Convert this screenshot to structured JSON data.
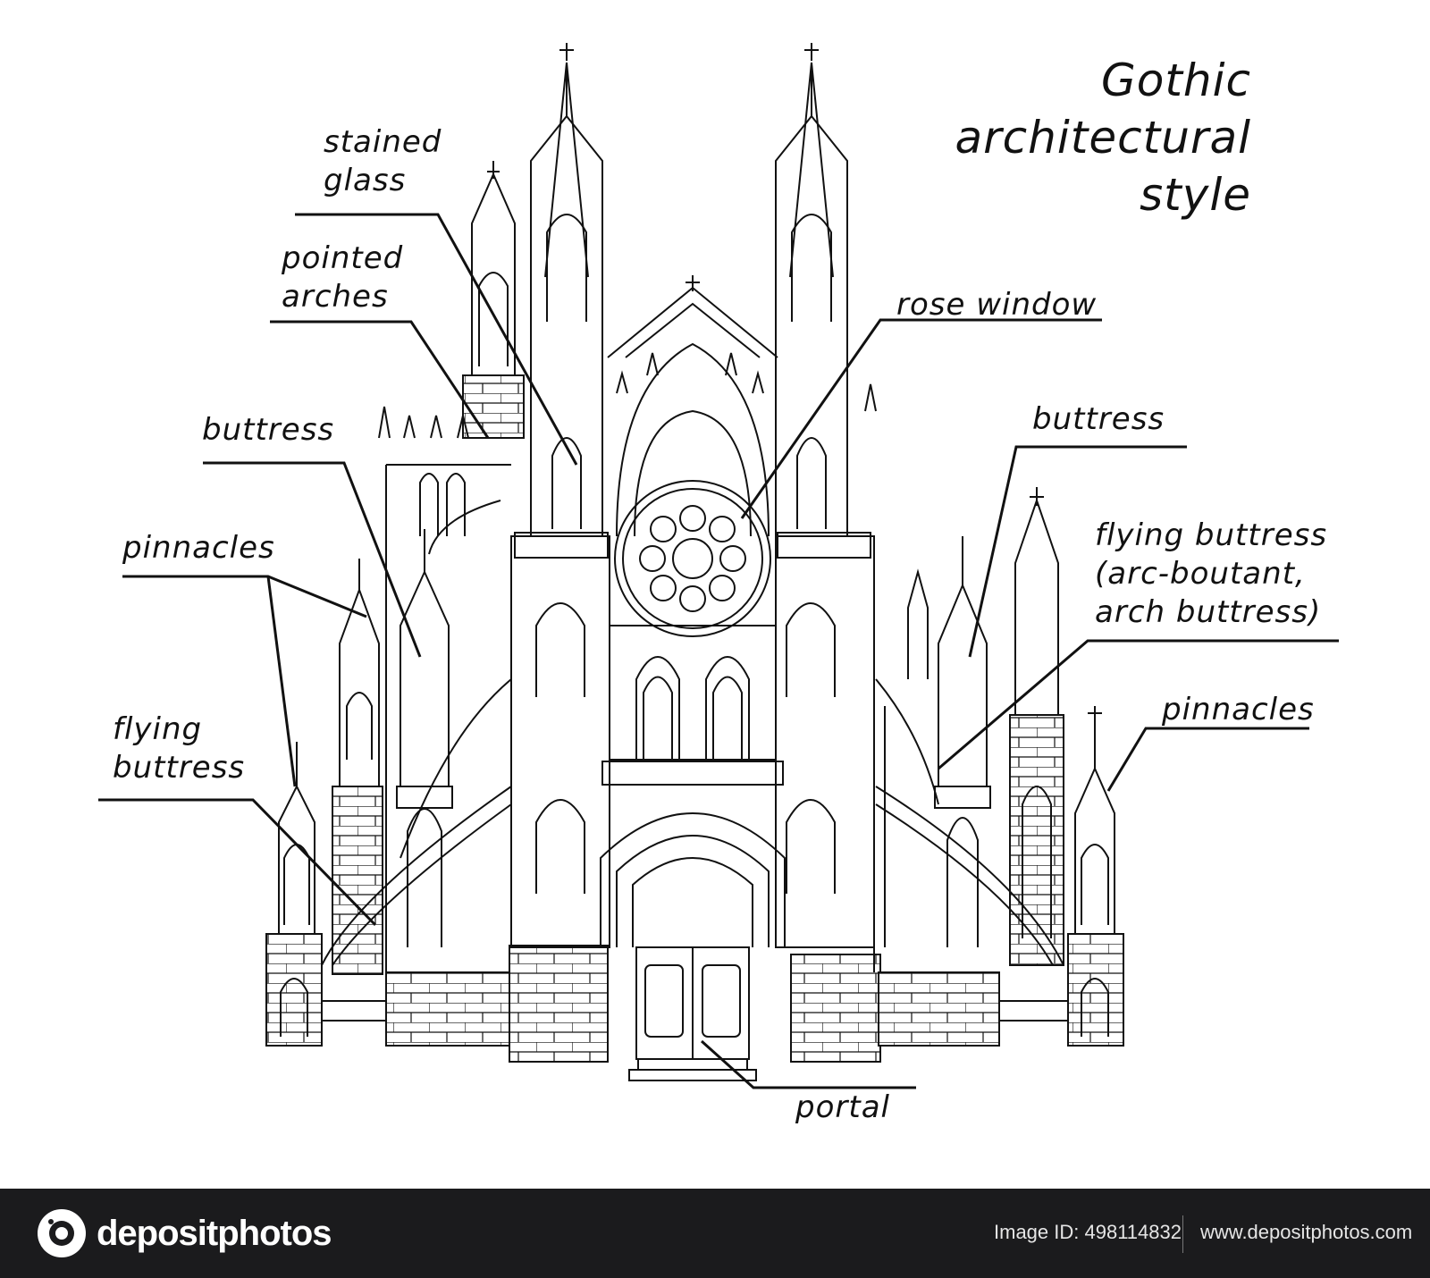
{
  "title": {
    "line1": "Gothic",
    "line2": "architectural",
    "line3": "style"
  },
  "labels": {
    "stained_glass": [
      "stained",
      "glass"
    ],
    "pointed_arches": [
      "pointed",
      "arches"
    ],
    "rose_window": [
      "rose window"
    ],
    "buttress_left": [
      "buttress"
    ],
    "buttress_right": [
      "buttress"
    ],
    "pinnacles_left": [
      "pinnacles"
    ],
    "pinnacles_right": [
      "pinnacles"
    ],
    "flying_buttress_right": [
      "flying buttress",
      "(arc-boutant,",
      "arch buttress)"
    ],
    "flying_buttress_left": [
      "flying",
      "buttress"
    ],
    "portal": [
      "portal"
    ]
  },
  "footer": {
    "brand": "depositphotos",
    "image_id": "Image ID: 498114832",
    "site": "www.depositphotos.com"
  },
  "colors": {
    "ink": "#111111",
    "background": "#ffffff",
    "footer": "#1b1b1d"
  }
}
